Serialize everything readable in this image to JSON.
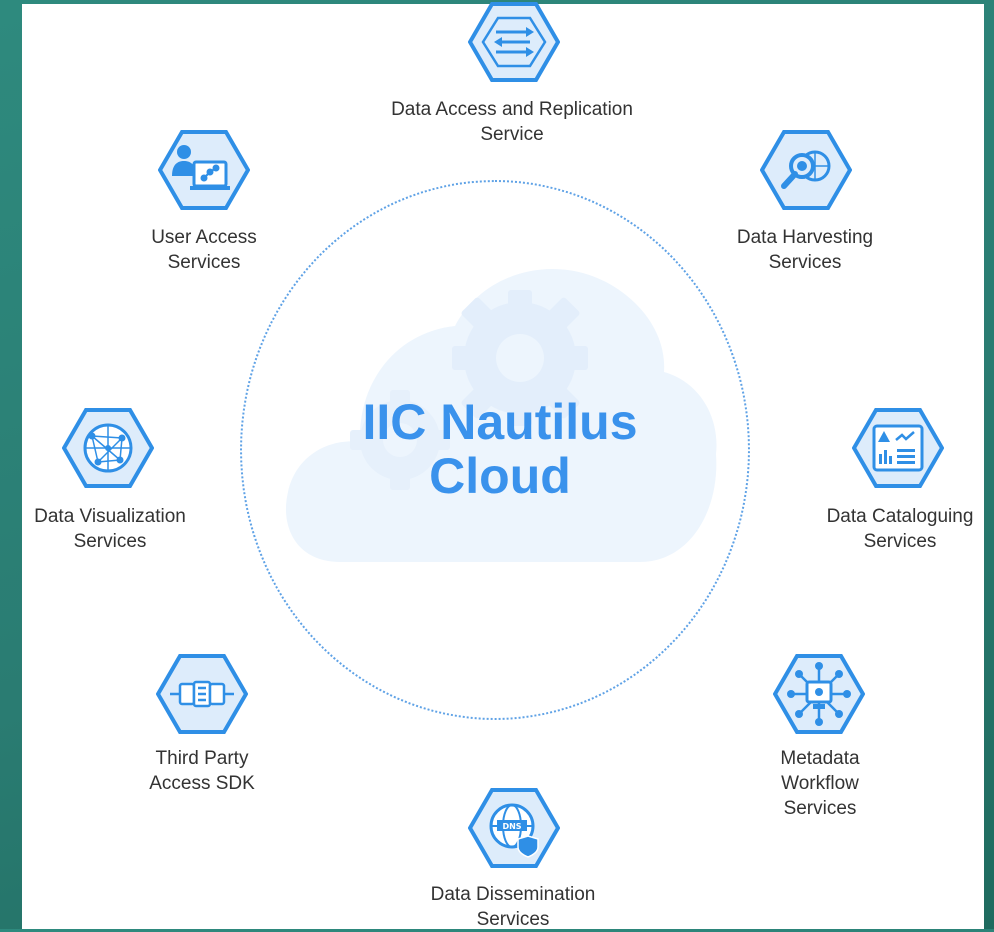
{
  "diagram": {
    "center": {
      "line1": "IIC Nautilus",
      "line2": "Cloud"
    },
    "services": [
      {
        "id": "data-access-replication",
        "icon": "arrows-transfer-icon",
        "lines": [
          "Data Access and Replication",
          "Service"
        ]
      },
      {
        "id": "data-harvesting",
        "icon": "magnifier-globe-icon",
        "lines": [
          "Data Harvesting",
          "Services"
        ]
      },
      {
        "id": "data-cataloguing",
        "icon": "dashboard-catalog-icon",
        "lines": [
          "Data Cataloguing",
          "Services"
        ]
      },
      {
        "id": "metadata-workflow",
        "icon": "workflow-network-icon",
        "lines": [
          "Metadata",
          "Workflow",
          "Services"
        ]
      },
      {
        "id": "data-dissemination",
        "icon": "dns-globe-shield-icon",
        "lines": [
          "Data Dissemination",
          "Services"
        ]
      },
      {
        "id": "third-party-sdk",
        "icon": "connector-plug-icon",
        "lines": [
          "Third Party",
          "Access SDK"
        ]
      },
      {
        "id": "data-visualization",
        "icon": "network-globe-icon",
        "lines": [
          "Data Visualization",
          "Services"
        ]
      },
      {
        "id": "user-access",
        "icon": "user-computer-icon",
        "lines": [
          "User Access",
          "Services"
        ]
      }
    ],
    "colors": {
      "accent": "#2f8fe6",
      "icon_fill": "#ddecfb",
      "title": "#3a92ec",
      "cloud": "#edf5fd",
      "dotted_ring": "#5fa2e6",
      "background": "#2a7c72"
    }
  }
}
